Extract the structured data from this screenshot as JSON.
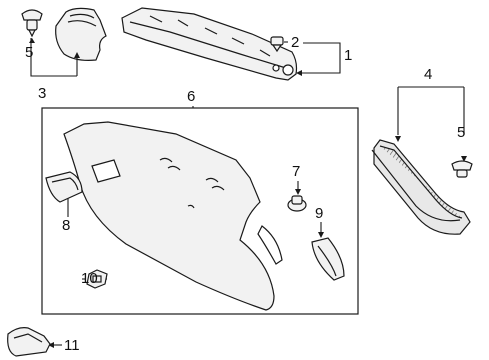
{
  "diagram": {
    "callouts": [
      {
        "id": "c1",
        "text": "1"
      },
      {
        "id": "c2",
        "text": "2"
      },
      {
        "id": "c3",
        "text": "3"
      },
      {
        "id": "c4",
        "text": "4"
      },
      {
        "id": "c5a",
        "text": "5"
      },
      {
        "id": "c5b",
        "text": "5"
      },
      {
        "id": "c6",
        "text": "6"
      },
      {
        "id": "c7",
        "text": "7"
      },
      {
        "id": "c8",
        "text": "8"
      },
      {
        "id": "c9",
        "text": "9"
      },
      {
        "id": "c10",
        "text": "10"
      },
      {
        "id": "c11",
        "text": "11"
      }
    ],
    "colors": {
      "line": "#1a1a1a",
      "part_fill": "#f2f2f2",
      "shade": "#9a9a9a",
      "background": "#ffffff"
    }
  }
}
